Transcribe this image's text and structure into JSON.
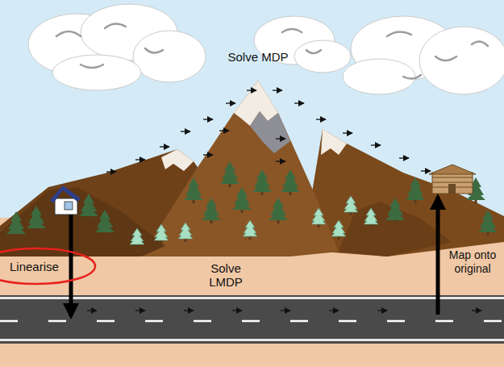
{
  "diagram": {
    "nodes": [
      {
        "text": [
          "Linearise"
        ]
      }
    ],
    "labels": [
      "Solve MDP",
      "Solve LMDP",
      "Map onto original"
    ]
  }
}
